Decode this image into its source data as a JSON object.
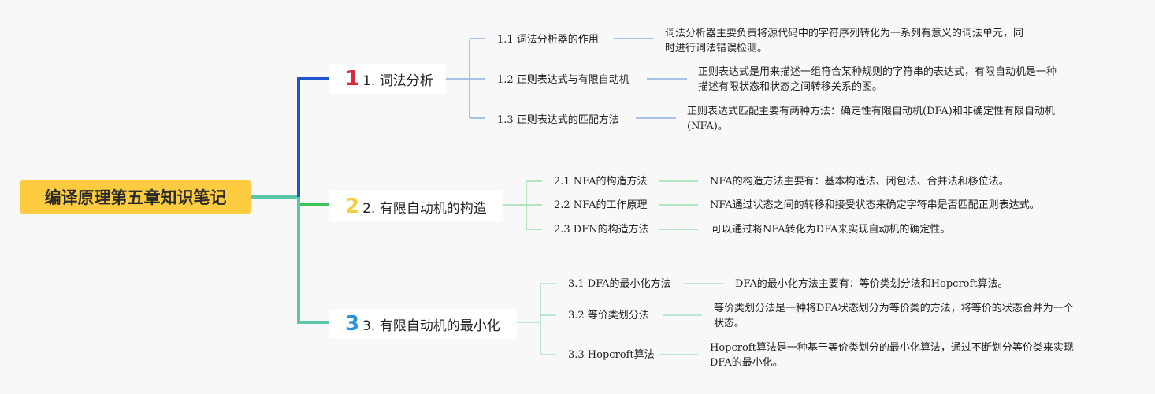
{
  "root": {
    "title": "编译原理第五章知识笔记",
    "color": "#fccb3f"
  },
  "branches": [
    {
      "num": "1",
      "num_color": "#d62b3c",
      "line_color": "#1c55cf",
      "title": "1. 词法分析",
      "items": [
        {
          "label": "1.1 词法分析器的作用",
          "desc_lines": [
            "词法分析器主要负责将源代码中的字符序列转化为一系列有意义的词法单元，同",
            "时进行词法错误检测。"
          ]
        },
        {
          "label": "1.2 正则表达式与有限自动机",
          "desc_lines": [
            "正则表达式是用来描述一组符合某种规则的字符串的表达式，有限自动机是一种",
            "描述有限状态和状态之间转移关系的图。"
          ]
        },
        {
          "label": "1.3 正则表达式的匹配方法",
          "desc_lines": [
            "正则表达式匹配主要有两种方法：确定性有限自动机(DFA)和非确定性有限自动机",
            "(NFA)。"
          ]
        }
      ]
    },
    {
      "num": "2",
      "num_color": "#f3cf3f",
      "line_color": "#3ec25a",
      "title": "2. 有限自动机的构造",
      "items": [
        {
          "label": "2.1 NFA的构造方法",
          "desc_lines": [
            "NFA的构造方法主要有：基本构造法、闭包法、合并法和移位法。"
          ]
        },
        {
          "label": "2.2 NFA的工作原理",
          "desc_lines": [
            "NFA通过状态之间的转移和接受状态来确定字符串是否匹配正则表达式。"
          ]
        },
        {
          "label": "2.3 DFN的构造方法",
          "desc_lines": [
            "可以通过将NFA转化为DFA来实现自动机的确定性。"
          ]
        }
      ]
    },
    {
      "num": "3",
      "num_color": "#2a93d6",
      "line_color": "#5cc6a8",
      "title": "3. 有限自动机的最小化",
      "items": [
        {
          "label": "3.1 DFA的最小化方法",
          "desc_lines": [
            "DFA的最小化方法主要有：等价类划分法和Hopcroft算法。"
          ]
        },
        {
          "label": "3.2 等价类划分法",
          "desc_lines": [
            "等价类划分法是一种将DFA状态划分为等价类的方法，将等价的状态合并为一个",
            "状态。"
          ]
        },
        {
          "label": "3.3 Hopcroft算法",
          "desc_lines": [
            "Hopcroft算法是一种基于等价类划分的最小化算法，通过不断划分等价类来实现",
            "DFA的最小化。"
          ]
        }
      ]
    }
  ],
  "connector_color": "#5cc6a8",
  "sub_line_colors": [
    "#8eb0e6",
    "#9be0ac",
    "#a8dfcc"
  ]
}
